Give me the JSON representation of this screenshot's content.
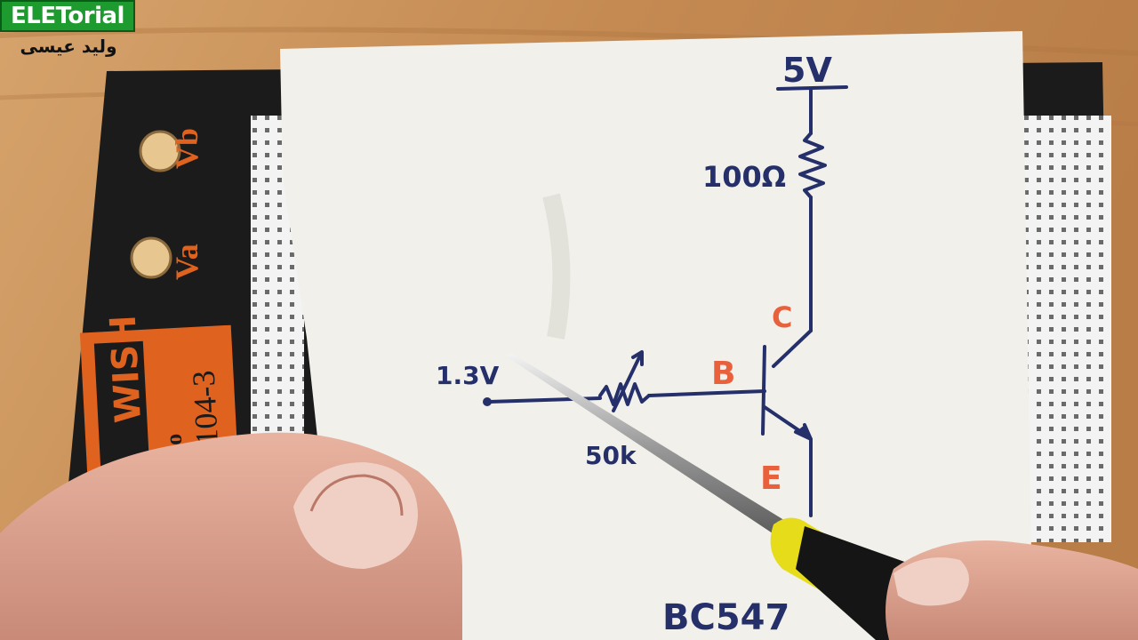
{
  "overlay": {
    "brand": "ELETorial",
    "author": "وليد عيسى"
  },
  "board": {
    "label_vb": "Vb",
    "label_va": "Va",
    "brand": "WISH",
    "model_prefix": "no",
    "model": "104-3"
  },
  "schematic": {
    "supply": "5V",
    "resistor": "100Ω",
    "input_voltage": "1.3V",
    "potentiometer": "50k",
    "collector": "C",
    "base": "B",
    "emitter": "E",
    "transistor": "BC547"
  },
  "colors": {
    "wood": "#c9955f",
    "board": "#1b1b1b",
    "paper": "#f1f0ea",
    "ink": "#25306b",
    "terminal": "#e8613c",
    "board_label": "#e0621f",
    "logo_bg": "#1d9b2e"
  },
  "icons": [
    "screwdriver-icon",
    "hand-icon",
    "binding-post-icon"
  ]
}
